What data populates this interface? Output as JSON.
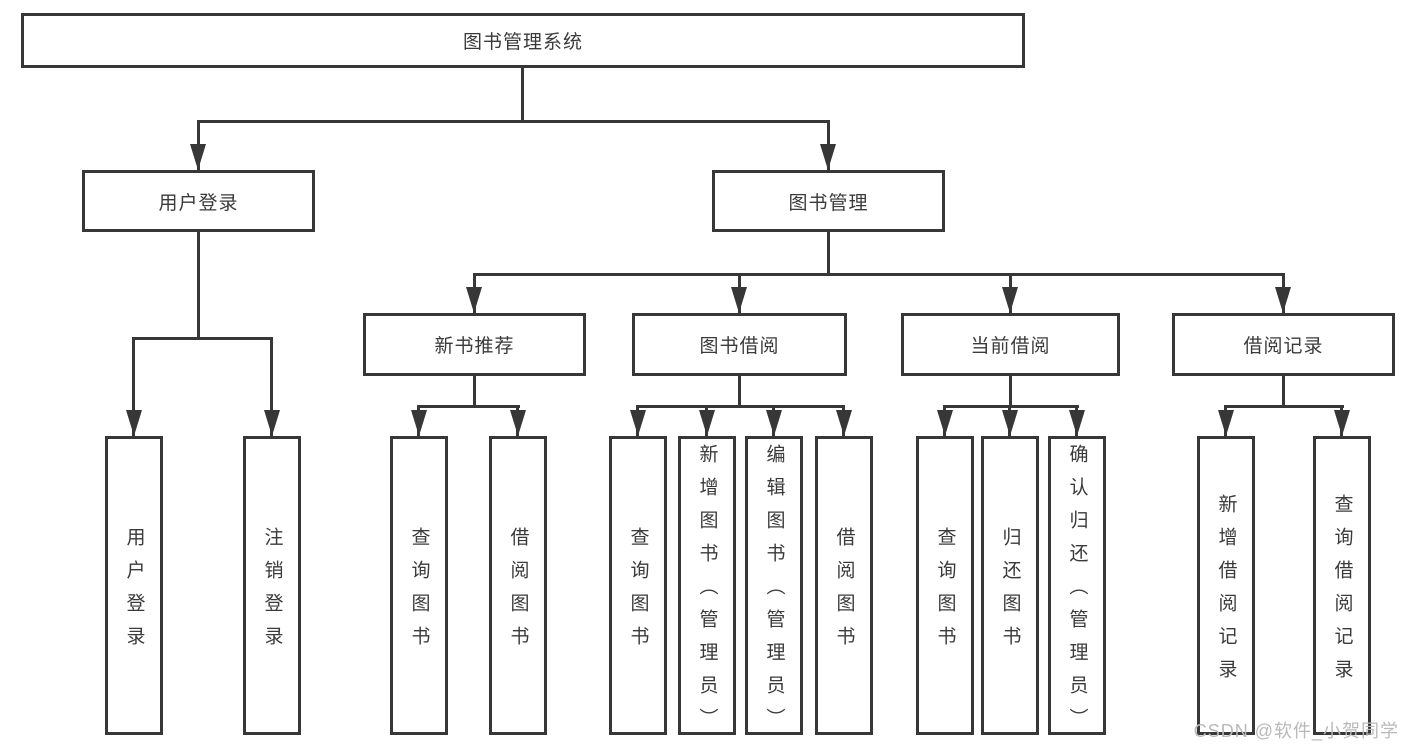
{
  "diagram": {
    "tree": {
      "label": "图书管理系统",
      "children": [
        {
          "label": "用户登录",
          "children": [
            {
              "label": "用户登录"
            },
            {
              "label": "注销登录"
            }
          ]
        },
        {
          "label": "图书管理",
          "children": [
            {
              "label": "新书推荐",
              "children": [
                {
                  "label": "查询图书"
                },
                {
                  "label": "借阅图书"
                }
              ]
            },
            {
              "label": "图书借阅",
              "children": [
                {
                  "label": "查询图书"
                },
                {
                  "label": "新增图书（管理员）"
                },
                {
                  "label": "编辑图书（管理员）"
                },
                {
                  "label": "借阅图书"
                }
              ]
            },
            {
              "label": "当前借阅",
              "children": [
                {
                  "label": "查询图书"
                },
                {
                  "label": "归还图书"
                },
                {
                  "label": "确认归还（管理员）"
                }
              ]
            },
            {
              "label": "借阅记录",
              "children": [
                {
                  "label": "新增借阅记录"
                },
                {
                  "label": "查询借阅记录"
                }
              ]
            }
          ]
        }
      ]
    }
  },
  "watermark": {
    "text": "CSDN @软件_小贺同学"
  },
  "colors": {
    "line": "#373737",
    "box_border": "#373737",
    "text": "#3a3a3a",
    "watermark": "#b9b9b9",
    "background": "#ffffff"
  }
}
